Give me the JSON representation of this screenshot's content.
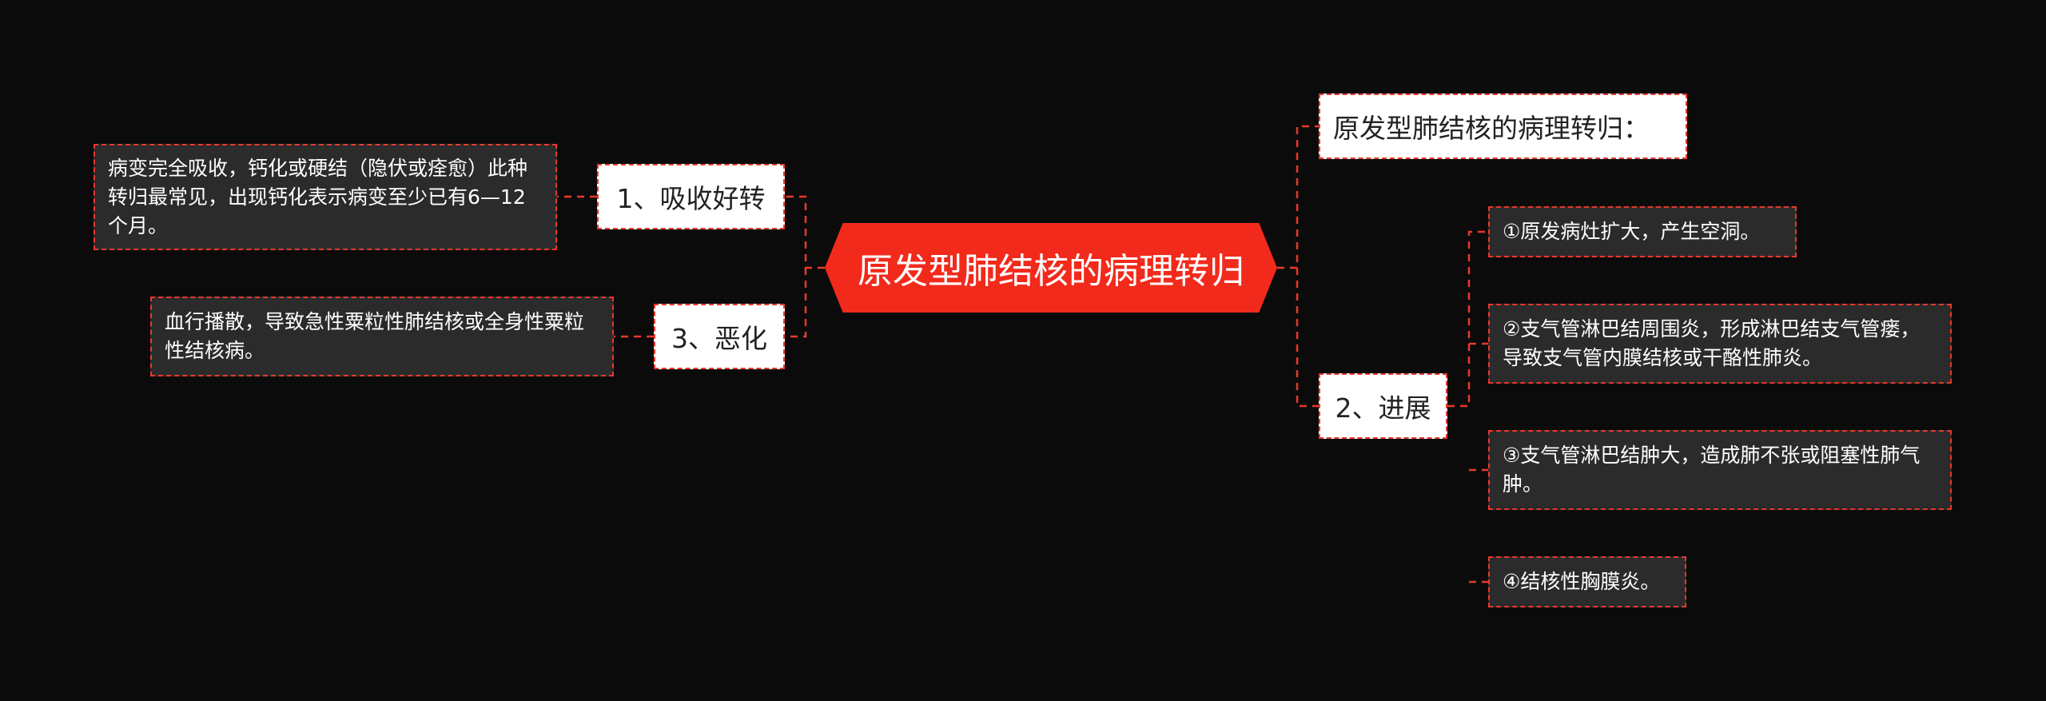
{
  "center": {
    "label": "原发型肺结核的病理转归"
  },
  "branches": {
    "absorb": "1、吸收好转",
    "worsen": "3、恶化",
    "heading": "原发型肺结核的病理转归：",
    "progress": "2、进展"
  },
  "leaves": {
    "absorb_detail": "病变完全吸收，钙化或硬结（隐伏或痊愈）此种转归最常见，出现钙化表示病变至少已有6—12个月。",
    "worsen_detail": "血行播散，导致急性粟粒性肺结核或全身性粟粒性结核病。",
    "progress_1": "①原发病灶扩大，产生空洞。",
    "progress_2": "②支气管淋巴结周围炎，形成淋巴结支气管瘘，导致支气管内膜结核或干酪性肺炎。",
    "progress_3": "③支气管淋巴结肿大，造成肺不张或阻塞性肺气肿。",
    "progress_4": "④结核性胸膜炎。"
  },
  "colors": {
    "background": "#0c0b0b",
    "center_fill": "#f22a1b",
    "connector": "#e8392c",
    "leaf_fill": "#2b2b2b"
  }
}
